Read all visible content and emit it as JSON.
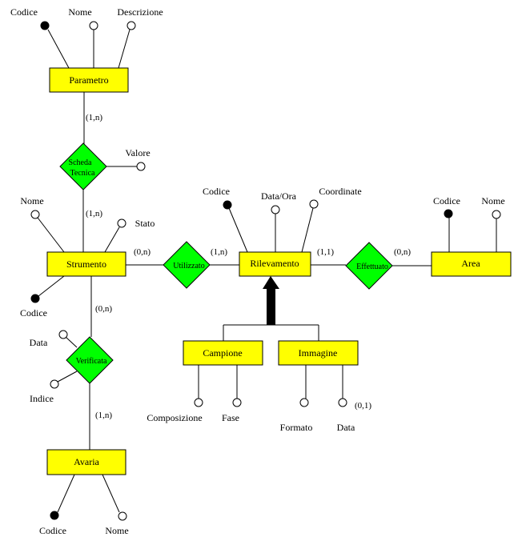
{
  "entities": {
    "parametro": "Parametro",
    "strumento": "Strumento",
    "rilevamento": "Rilevamento",
    "area": "Area",
    "campione": "Campione",
    "immagine": "Immagine",
    "avaria": "Avaria"
  },
  "relationships": {
    "scheda_tecnica_1": "Scheda",
    "scheda_tecnica_2": "Tecnica",
    "utilizzato": "Utilizzato",
    "effettuato": "Effettuato",
    "verificata": "Verificata"
  },
  "attributes": {
    "parametro": {
      "codice": "Codice",
      "nome": "Nome",
      "descrizione": "Descrizione"
    },
    "scheda_tecnica": {
      "valore": "Valore"
    },
    "strumento": {
      "nome": "Nome",
      "stato": "Stato",
      "codice": "Codice"
    },
    "rilevamento": {
      "codice": "Codice",
      "data_ora": "Data/Ora",
      "coordinate": "Coordinate"
    },
    "area": {
      "codice": "Codice",
      "nome": "Nome"
    },
    "campione": {
      "composizione": "Composizione",
      "fase": "Fase"
    },
    "immagine": {
      "formato": "Formato",
      "data": "Data",
      "data_card": "(0,1)"
    },
    "verificata": {
      "data": "Data",
      "indice": "Indice"
    },
    "avaria": {
      "codice": "Codice",
      "nome": "Nome"
    }
  },
  "cardinalities": {
    "parametro_scheda": "(1,n)",
    "strumento_scheda": "(1,n)",
    "strumento_utilizzato": "(0,n)",
    "rilevamento_utilizzato": "(1,n)",
    "rilevamento_effettuato": "(1,1)",
    "area_effettuato": "(0,n)",
    "strumento_verificata": "(0,n)",
    "avaria_verificata": "(1,n)"
  }
}
